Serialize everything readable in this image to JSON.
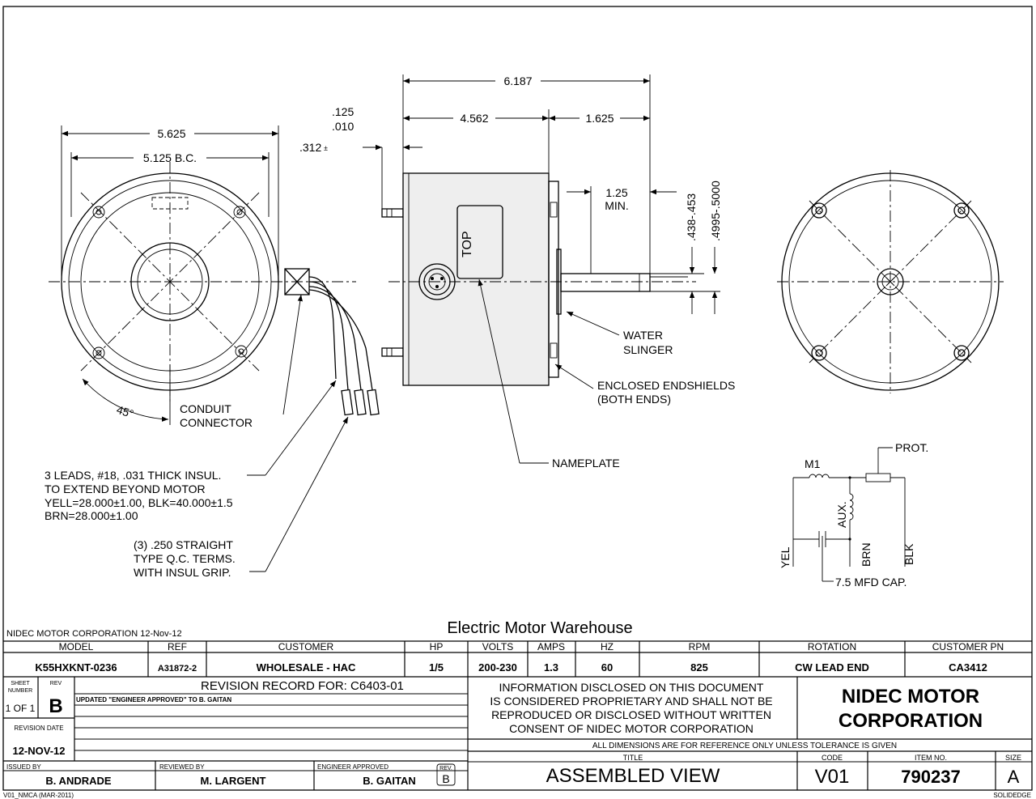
{
  "dimensions": {
    "front_od": "5.625",
    "front_bc": "5.125  B.C.",
    "overall_length": "6.187",
    "body_length": "4.562",
    "shaft_length": "1.625",
    "stud_a": ".125",
    "stud_b": ".010",
    "stud_offset": ".312",
    "stud_tol": "±",
    "flat_min_1": "1.25",
    "flat_min_2": "MIN.",
    "flat_dim": ".438-.453",
    "shaft_dia": ".4995-.5000",
    "angle": "45°"
  },
  "callouts": {
    "top": "TOP",
    "water_slinger_1": "WATER",
    "water_slinger_2": "SLINGER",
    "endshields_1": "ENCLOSED ENDSHIELDS",
    "endshields_2": "(BOTH ENDS)",
    "nameplate": "NAMEPLATE",
    "conduit_1": "CONDUIT",
    "conduit_2": "CONNECTOR",
    "leads_1": "3 LEADS, #18, .031 THICK INSUL.",
    "leads_2": "TO EXTEND BEYOND MOTOR",
    "leads_3": "YELL=28.000±1.00, BLK=40.000±1.5",
    "leads_4": "BRN=28.000±1.00",
    "terms_1": "(3) .250 STRAIGHT",
    "terms_2": "TYPE Q.C. TERMS.",
    "terms_3": "WITH INSUL GRIP."
  },
  "schematic": {
    "prot": "PROT.",
    "m1": "M1",
    "aux": "AUX.",
    "yel": "YEL",
    "brn": "BRN",
    "blk": "BLK",
    "cap": "7.5 MFD CAP."
  },
  "header": {
    "company_date": "NIDEC MOTOR CORPORATION 12-Nov-12",
    "warehouse": "Electric Motor Warehouse"
  },
  "spec_table": {
    "headers": [
      "MODEL",
      "REF",
      "CUSTOMER",
      "HP",
      "VOLTS",
      "AMPS",
      "HZ",
      "RPM",
      "ROTATION",
      "CUSTOMER PN"
    ],
    "values": [
      "K55HXKNT-0236",
      "A31872-2",
      "WHOLESALE - HAC",
      "1/5",
      "200-230",
      "1.3",
      "60",
      "825",
      "CW LEAD END",
      "CA3412"
    ]
  },
  "revision": {
    "sheet_label_1": "SHEET",
    "sheet_label_2": "NUMBER",
    "sheet_value": "1 OF 1",
    "rev_label": "REV",
    "rev_value": "B",
    "record_title": "REVISION RECORD FOR:  C6403-01",
    "note": "UPDATED \"ENGINEER APPROVED\" TO B. GAITAN",
    "rev_date_label": "REVISION DATE",
    "rev_date": "12-NOV-12",
    "issued_label": "ISSUED BY",
    "issued_by": "B. ANDRADE",
    "reviewed_label": "REVIEWED BY",
    "reviewed_by": "M. LARGENT",
    "approved_label": "ENGINEER APPROVED",
    "approved_by": "B. GAITAN",
    "rev_box_label": "REV.",
    "rev_box_value": "B"
  },
  "disclaimer": {
    "line1": "INFORMATION DISCLOSED ON THIS DOCUMENT",
    "line2": "IS CONSIDERED PROPRIETARY AND SHALL NOT BE",
    "line3": "REPRODUCED OR DISCLOSED WITHOUT WRITTEN",
    "line4": "CONSENT OF NIDEC MOTOR CORPORATION",
    "all_dims": "ALL DIMENSIONS ARE FOR REFERENCE ONLY UNLESS TOLERANCE IS GIVEN"
  },
  "company": {
    "line1": "NIDEC MOTOR",
    "line2": "CORPORATION"
  },
  "title_block": {
    "title_label": "TITLE",
    "title": "ASSEMBLED VIEW",
    "code_label": "CODE",
    "code": "V01",
    "item_label": "ITEM NO.",
    "item": "790237",
    "size_label": "SIZE",
    "size": "A"
  },
  "footer": {
    "left": "V01_NMCA (MAR-2011)",
    "right": "SOLIDEDGE"
  }
}
